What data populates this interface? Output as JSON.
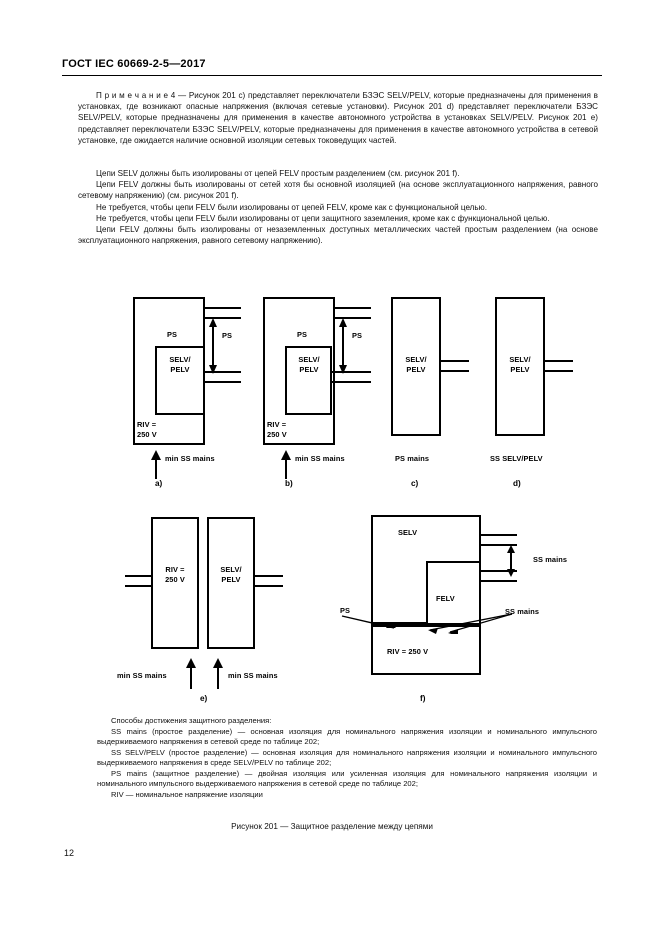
{
  "document": {
    "header": "ГОСТ IEC 60669-2-5—2017",
    "page_number": "12"
  },
  "body": {
    "note_label": "П р и м е ч а н и е",
    "note": "П р и м е ч а н и е  4 — Рисунок 201 c) представляет переключатели БЗЭС SELV/PELV, которые предназначены для применения в установках, где возникают опасные напряжения (включая сетевые установки). Рисунок 201 d) представляет переключатели БЗЭС SELV/PELV, которые предназначены для применения в качестве автономного устройства в установках SELV/PELV. Рисунок 201 e) представляет переключатели БЗЭС SELV/PELV, которые предназначены для применения в качестве автономного устройства в сетевой установке, где ожидается наличие основной изоляции сетевых токоведущих частей.",
    "paragraphs": [
      "Цепи SELV должны быть изолированы от цепей FELV простым разделением (см. рисунок 201 f).",
      "Цепи FELV должны быть изолированы от сетей хотя бы основной изоляцией (на основе эксплуатационного напряжения, равного сетевому напряжению) (см. рисунок 201 f).",
      "Не требуется, чтобы цепи FELV были изолированы от цепей FELV, кроме как с функциональной целью.",
      "Не требуется, чтобы цепи FELV были изолированы от цепи защитного заземления, кроме как с функциональной целью.",
      "Цепи FELV должны быть изолированы от незаземленных доступных металлических частей простым разделением (на основе эксплуатационного напряжения, равного сетевому напряжению)."
    ]
  },
  "figure": {
    "panels": {
      "a": {
        "key": "a)",
        "outer_label": "RIV =\n250 V",
        "inner_label": "SELV/\nPELV",
        "ps_left": "PS",
        "ps_right": "PS",
        "footer": "min SS mains"
      },
      "b": {
        "key": "b)",
        "outer_label": "RIV =\n250 V",
        "inner_label": "SELV/\nPELV",
        "ps_left": "PS",
        "ps_right": "PS",
        "footer": "min SS mains"
      },
      "c": {
        "key": "c)",
        "box_label": "SELV/\nPELV",
        "footer": "PS mains"
      },
      "d": {
        "key": "d)",
        "box_label": "SELV/\nPELV",
        "footer": "SS SELV/PELV"
      },
      "e": {
        "key": "e)",
        "left_box_label": "RIV =\n250 V",
        "right_box_label": "SELV/\nPELV",
        "footer_left": "min SS mains",
        "footer_right": "min SS mains"
      },
      "f": {
        "key": "f)",
        "selv_label": "SELV",
        "felv_label": "FELV",
        "riv_label": "RIV = 250 V",
        "ss_mains_right": "SS mains",
        "ps_label": "PS",
        "ss_mains_inner": "SS mains"
      }
    },
    "legend": {
      "title": "Способы достижения защитного разделения:",
      "items": [
        "SS mains (простое разделение) — основная изоляция для номинального напряжения изоляции и номинального импульсного выдерживаемого напряжения в сетевой среде по таблице 202;",
        "SS SELV/PELV (простое разделение) — основная изоляция для номинального напряжения изоляции и номинального импульсного выдерживаемого напряжения в среде SELV/PELV по таблице 202;",
        "PS mains (защитное разделение) — двойная изоляция или усиленная изоляция для номинального напряжения изоляции и номинального импульсного выдерживаемого напряжения в сетевой среде по таблице 202;",
        "RIV — номинальное напряжение изоляции"
      ]
    },
    "caption": "Рисунок 201 — Защитное разделение между цепями"
  }
}
